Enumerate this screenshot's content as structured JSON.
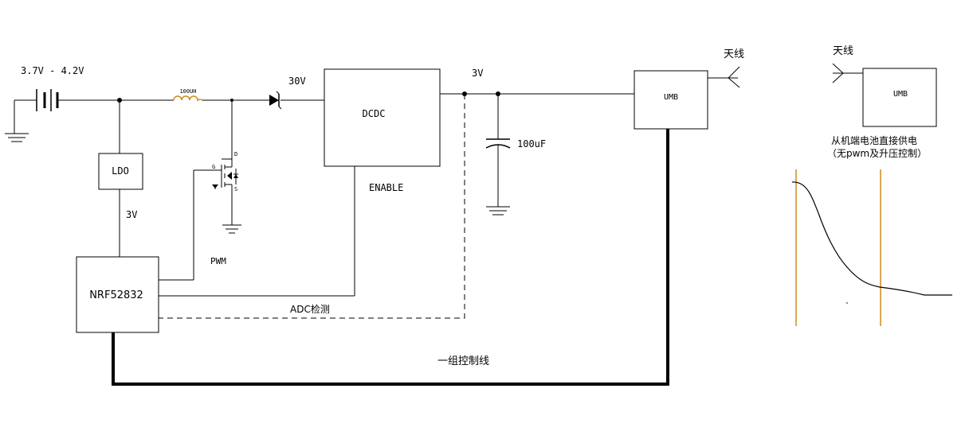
{
  "battery_label": "3.7V - 4.2V",
  "inductor_label": "100UH",
  "boost_voltage_label": "30V",
  "dcdc_label": "DCDC",
  "enable_label": "ENABLE",
  "ldo_label": "LDO",
  "ldo_output_label": "3V",
  "mcu_label": "NRF52832",
  "pwm_label": "PWM",
  "adc_label": "ADC检测",
  "output_voltage_label": "3V",
  "capacitor_label": "100uF",
  "umb_label": "UMB",
  "antenna_label": "天线",
  "control_line_label": "一组控制线",
  "mosfet": {
    "gate": "G",
    "drain": "D",
    "source": "S"
  },
  "alt": {
    "antenna_label": "天线",
    "umb_label": "UMB",
    "note_line1": "从机端电池直接供电",
    "note_line2": "（无pwm及升压控制）"
  },
  "colors": {
    "wire": "#000000",
    "marker_line": "#d08a18",
    "curve": "#000000"
  }
}
